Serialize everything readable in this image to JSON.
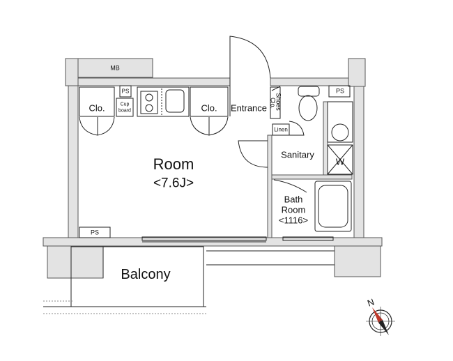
{
  "labels": {
    "mb": "MB",
    "ps_kitchen": "PS",
    "ps_sanitary": "PS",
    "ps_room": "PS",
    "clo_left": "Clo.",
    "cupboard_1": "Cup",
    "cupboard_2": "board",
    "clo_mid": "Clo.",
    "entrance": "Entrance",
    "shoes_1": "Shoes",
    "shoes_2": "Clo.",
    "linen": "Linen",
    "sanitary": "Sanitary",
    "w": "W",
    "room": "Room",
    "room_size": "<7.6J>",
    "bath_1": "Bath",
    "bath_2": "Room",
    "bath_3": "<1116>",
    "balcony": "Balcony",
    "north": "N"
  },
  "colors": {
    "wall": "#e3e3e3",
    "wall_line": "#555555",
    "line": "#222222",
    "compass_red": "#c0392b"
  }
}
